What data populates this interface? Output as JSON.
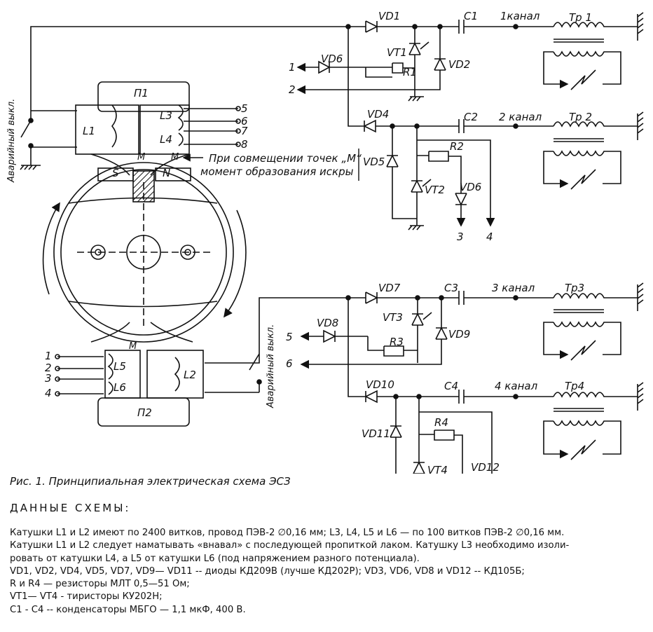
{
  "diagram": {
    "components": {
      "vd1": "VD1",
      "vd2": "VD2",
      "vd4": "VD4",
      "vd5": "VD5",
      "vd6a": "VD6",
      "vd6b": "VD6",
      "vd7": "VD7",
      "vd8": "VD8",
      "vd9": "VD9",
      "vd10": "VD10",
      "vd11": "VD11",
      "vd12": "VD12",
      "vt1": "VT1",
      "vt2": "VT2",
      "vt3": "VT3",
      "vt4": "VT4",
      "r1": "R1",
      "r2": "R2",
      "r3": "R3",
      "r4": "R4",
      "c1": "C1",
      "c2": "C2",
      "c3": "C3",
      "c4": "C4",
      "tr1": "Tр 1",
      "tr2": "Tр 2",
      "tr3": "Tр3",
      "tr4": "Tр4",
      "l1": "L1",
      "l2": "L2",
      "l3": "L3",
      "l4": "L4",
      "l5": "L5",
      "l6": "L6",
      "p1": "П1",
      "p2": "П2",
      "s": "S",
      "n": "N",
      "m1": "M",
      "m2": "M",
      "m3": "M"
    },
    "channels": {
      "ch1": "1канал",
      "ch2": "2 канал",
      "ch3": "3 канал",
      "ch4": "4 канал"
    },
    "terminals": [
      "1",
      "2",
      "3",
      "4",
      "5",
      "6",
      "7",
      "8"
    ],
    "emergency_switch_label": "Аварийный выкл.",
    "note_line1": "При совмещении точек „M“",
    "note_line2": "момент образования искры"
  },
  "caption": "Рис. 1. Принципиальная электрическая схема ЭСЗ",
  "data_heading": "ДАННЫЕ СХЕМЫ:",
  "notes": [
    "Катушки L1 и L2 имеют по 2400 витков, провод ПЭВ-2 ∅0,16 мм; L3, L4, L5 и L6 — по 100 витков ПЭВ-2 ∅0,16 мм.",
    "Катушки L1 и L2 следует наматывать «внавал» с последующей пропиткой лаком. Катушку L3 необходимо изоли-",
    "ровать от катушки L4, а L5 от катушки L6 (под напряжением разного потенциала).",
    "VD1, VD2, VD4, VD5, VD7, VD9— VD11 -- диоды КД209В (лучше КД202Р); VD3, VD6, VD8 и VD12 -- КД105Б;",
    "R и R4 — резисторы МЛТ 0,5—51 Ом;",
    "VT1— VT4  - тиристоры КУ202Н;",
    "C1 - C4 -- конденсаторы МБГО — 1,1 мкФ, 400 В."
  ]
}
